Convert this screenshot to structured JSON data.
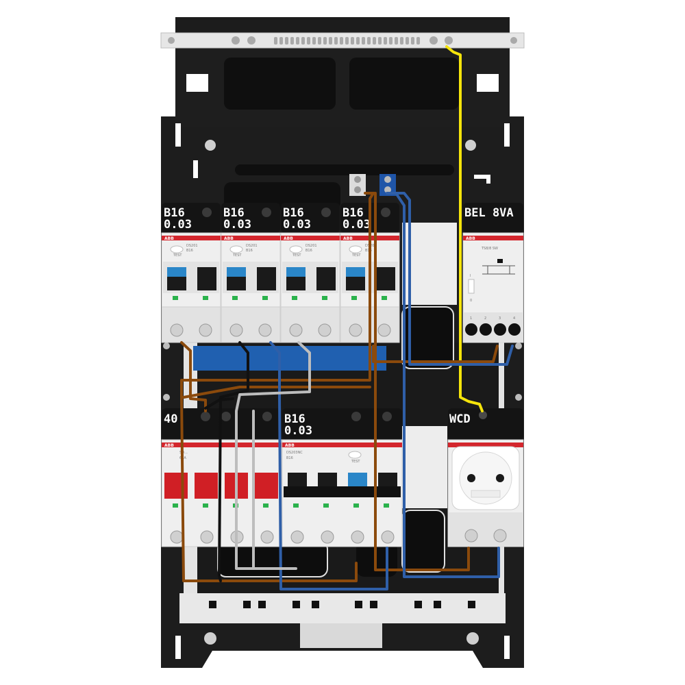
{
  "brand": "ABB",
  "colors": {
    "enclosure": "#1a1a1a",
    "din_rail": "#e8e8e8",
    "breaker_body": "#efefef",
    "brand_stripe": "#d3262d",
    "busbar": "#2060b0",
    "wire_brown": "#8b4a0c",
    "wire_blue": "#2f5fa8",
    "wire_black": "#111111",
    "wire_grey": "#bdbdbd",
    "wire_yellow": "#f5e40b",
    "main_switch_toggle": "#d01f25",
    "rcbo_toggle": "#2a86c8"
  },
  "row1": {
    "modules": [
      {
        "label_line1": "B16",
        "label_line2": "0.03",
        "device": "DS201",
        "rating": "B16",
        "test": "TEST"
      },
      {
        "label_line1": "B16",
        "label_line2": "0.03",
        "device": "DS201",
        "rating": "B16",
        "test": "TEST"
      },
      {
        "label_line1": "B16",
        "label_line2": "0.03",
        "device": "DS201",
        "rating": "B16",
        "test": "TEST"
      },
      {
        "label_line1": "B16",
        "label_line2": "0.03",
        "device": "DS201",
        "rating": "B16",
        "test": "TEST"
      }
    ],
    "transformer": {
      "label": "BEL 8VA",
      "model": "TS8/8 SW",
      "on": "I",
      "off": "0",
      "terminals": [
        "1",
        "2",
        "3",
        "4"
      ]
    }
  },
  "row2": {
    "main_switch": {
      "label": "40",
      "device": "SD...",
      "rating": "63A"
    },
    "rcbo_block": {
      "label_line1": "B16",
      "label_line2": "0.03",
      "device": "DS203NC",
      "rating": "B16",
      "test": "TEST"
    },
    "socket": {
      "label": "WCD"
    }
  }
}
